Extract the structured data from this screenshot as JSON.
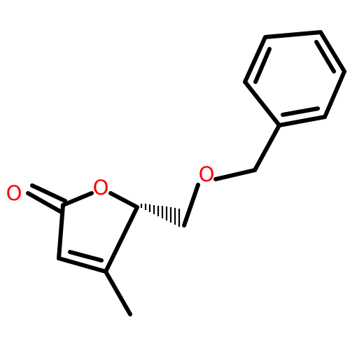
{
  "molecule": {
    "colors": {
      "bond": "#000000",
      "oxygen": "#ff0000",
      "background": "#ffffff"
    },
    "atoms": {
      "carbonyl_oxygen": {
        "element": "O"
      },
      "ring_oxygen": {
        "element": "O"
      },
      "ether_oxygen": {
        "element": "O"
      }
    },
    "stereocenter": {
      "wedge_style": "hashed"
    }
  }
}
